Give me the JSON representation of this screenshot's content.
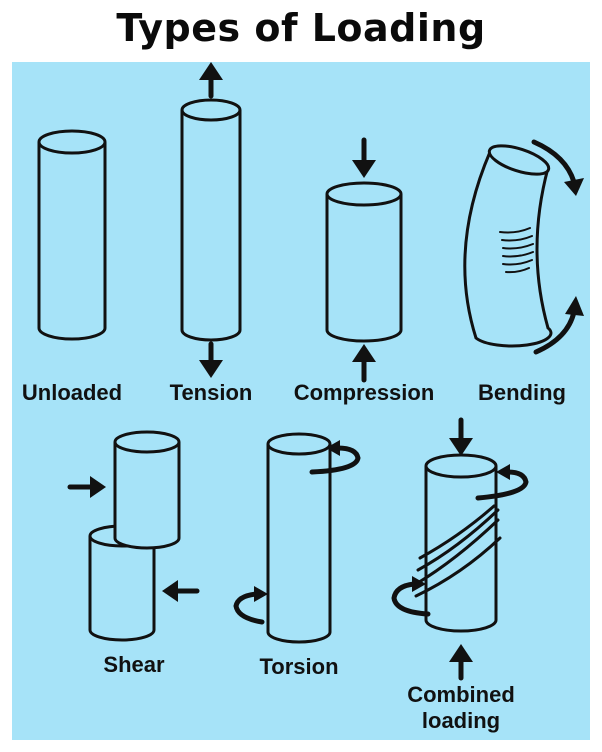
{
  "title": "Types of Loading",
  "colors": {
    "panel": "#a6e3f8",
    "ink": "#111111"
  },
  "labels": {
    "unloaded": "Unloaded",
    "tension": "Tension",
    "compression": "Compression",
    "bending": "Bending",
    "shear": "Shear",
    "torsion": "Torsion",
    "combined_line1": "Combined",
    "combined_line2": "loading"
  }
}
